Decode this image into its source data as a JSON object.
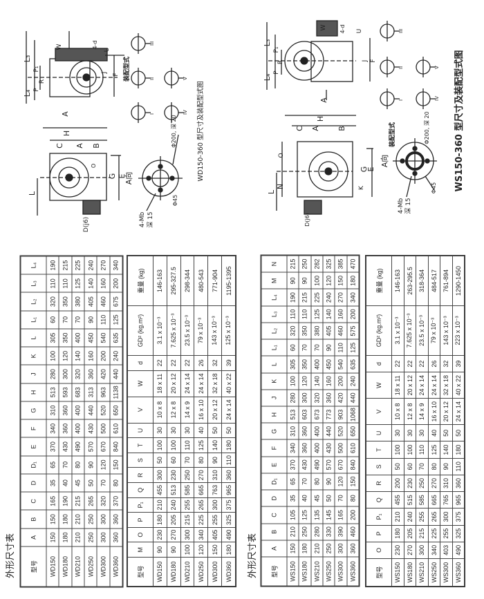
{
  "wd": {
    "caption": "WD150-360 型尺寸及装配型式图",
    "heading": "外形尺寸表",
    "labels": {
      "H": "H",
      "C": "C",
      "A": "A",
      "B": "B",
      "E": "E",
      "G": "G",
      "L": "L",
      "O": "O",
      "J": "J",
      "F": "F",
      "P": "P",
      "P1": "P₁",
      "R": "R",
      "L3": "L₃",
      "L4": "L₄",
      "W": "W",
      "U": "U",
      "d": "4-d",
      "Dj6": "D(j6)",
      "arrowA": "A",
      "viewA": "A向",
      "assembly": "装配型式",
      "bolt": "4-Mb",
      "depth15": "深 15",
      "phi200": "Φ200, 深 20",
      "phi45": "Φ45",
      "m1": "I",
      "m2": "II",
      "m3": "III",
      "m4": "IV",
      "m5": "V"
    },
    "table1": {
      "headers": [
        "型号",
        "A",
        "B",
        "C",
        "D",
        "D₁",
        "E",
        "F",
        "G",
        "H",
        "J",
        "K",
        "L",
        "L₁",
        "L₂",
        "L₃",
        "L₄"
      ],
      "rows": [
        [
          "WD150",
          "150",
          "150",
          "165",
          "35",
          "65",
          "370",
          "340",
          "310",
          "513",
          "280",
          "100",
          "305",
          "60",
          "320",
          "110",
          "190"
        ],
        [
          "WD180",
          "180",
          "180",
          "190",
          "40",
          "70",
          "430",
          "360",
          "360",
          "593",
          "300",
          "120",
          "350",
          "70",
          "350",
          "110",
          "215"
        ],
        [
          "WD210",
          "210",
          "210",
          "215",
          "45",
          "80",
          "490",
          "400",
          "400",
          "683",
          "320",
          "140",
          "400",
          "70",
          "380",
          "125",
          "225"
        ],
        [
          "WD250",
          "250",
          "250",
          "265",
          "50",
          "90",
          "570",
          "430",
          "440",
          "313",
          "360",
          "160",
          "450",
          "90",
          "405",
          "140",
          "240"
        ],
        [
          "WD300",
          "300",
          "300",
          "320",
          "70",
          "120",
          "670",
          "500",
          "520",
          "963",
          "420",
          "200",
          "540",
          "110",
          "460",
          "160",
          "270"
        ],
        [
          "WD360",
          "360",
          "360",
          "370",
          "80",
          "150",
          "840",
          "610",
          "650",
          "1138",
          "440",
          "240",
          "635",
          "125",
          "675",
          "200",
          "340"
        ]
      ]
    },
    "table2": {
      "headers": [
        "型号",
        "M",
        "O",
        "P",
        "P₁",
        "Q",
        "R",
        "S",
        "T",
        "U",
        "V",
        "W",
        "d",
        "GD² (kg.m²)",
        "重量 (kg)"
      ],
      "rows": [
        [
          "WD150",
          "90",
          "230",
          "180",
          "210",
          "455",
          "300",
          "50",
          "100",
          "30",
          "10 x 8",
          "18 x 11",
          "22",
          "3.1 x 10⁻³",
          "146-163"
        ],
        [
          "WD180",
          "90",
          "270",
          "205",
          "240",
          "513",
          "230",
          "60",
          "100",
          "30",
          "12 x 8",
          "20 x 12",
          "22",
          "7.625 x 10⁻³",
          "295-327.5"
        ],
        [
          "WD210",
          "100",
          "300",
          "215",
          "255",
          "585",
          "250",
          "70",
          "110",
          "30",
          "14 x 9",
          "24 x 14",
          "22",
          "23.5 x 10⁻³",
          "298-344"
        ],
        [
          "WD250",
          "120",
          "340",
          "225",
          "265",
          "665",
          "270",
          "80",
          "125",
          "40",
          "16 x 10",
          "24 x 14",
          "26",
          "79 x 10⁻³",
          "480-543"
        ],
        [
          "WD300",
          "150",
          "405",
          "255",
          "300",
          "763",
          "310",
          "90",
          "140",
          "50",
          "20 x 12",
          "32 x 18",
          "32",
          "143 x 10⁻³",
          "771-904"
        ],
        [
          "WD360",
          "180",
          "490",
          "325",
          "375",
          "965",
          "360",
          "110",
          "180",
          "50",
          "24 x 14",
          "40 x 22",
          "39",
          "125 x 10⁻³",
          "1195-1395"
        ]
      ]
    }
  },
  "ws": {
    "caption": "WS150-360 型尺寸及装配型式图",
    "heading": "外形尺寸表",
    "labels": {
      "H": "H",
      "C": "C",
      "A": "A",
      "B": "B",
      "E": "E",
      "G": "G",
      "L": "L",
      "N": "N",
      "O": "O",
      "J": "J",
      "F": "F",
      "K": "K",
      "P": "P",
      "P1": "P₁",
      "R": "R",
      "L3": "L₃",
      "L4": "L₄",
      "W": "W",
      "U": "U",
      "d": "4-d",
      "Dj6": "D(j6)",
      "arrowA": "A",
      "viewA": "A向",
      "assembly": "装配型式",
      "bolt": "4-Mb",
      "depth15": "深 15",
      "phi200": "Φ200, 深 20",
      "phi45": "Φ45",
      "m1": "I",
      "m2": "II",
      "m3": "III",
      "m4": "IV",
      "m5": "V"
    },
    "table1": {
      "headers": [
        "型号",
        "A",
        "B",
        "C",
        "D",
        "D₁",
        "E",
        "F",
        "G",
        "H",
        "J",
        "K",
        "L",
        "L₁",
        "L₂",
        "L₃",
        "L₄",
        "M",
        "N"
      ],
      "rows": [
        [
          "WS150",
          "150",
          "210",
          "105",
          "35",
          "65",
          "370",
          "340",
          "310",
          "513",
          "280",
          "100",
          "305",
          "60",
          "320",
          "110",
          "190",
          "90",
          "215"
        ],
        [
          "WS180",
          "180",
          "250",
          "125",
          "40",
          "70",
          "430",
          "360",
          "360",
          "603",
          "300",
          "120",
          "350",
          "70",
          "350",
          "110",
          "215",
          "90",
          "250"
        ],
        [
          "WS210",
          "210",
          "280",
          "135",
          "45",
          "80",
          "490",
          "400",
          "400",
          "673",
          "320",
          "140",
          "400",
          "70",
          "380",
          "125",
          "225",
          "100",
          "282"
        ],
        [
          "WS250",
          "250",
          "330",
          "145",
          "50",
          "90",
          "570",
          "430",
          "440",
          "773",
          "360",
          "160",
          "450",
          "90",
          "405",
          "140",
          "240",
          "120",
          "325"
        ],
        [
          "WS300",
          "300",
          "390",
          "165",
          "70",
          "120",
          "670",
          "500",
          "520",
          "903",
          "420",
          "200",
          "540",
          "110",
          "460",
          "160",
          "270",
          "150",
          "385"
        ],
        [
          "WS360",
          "360",
          "460",
          "200",
          "80",
          "150",
          "840",
          "610",
          "650",
          "1068",
          "440",
          "240",
          "635",
          "125",
          "575",
          "200",
          "340",
          "180",
          "470"
        ]
      ]
    },
    "table2": {
      "headers": [
        "型号",
        "O",
        "P",
        "P₁",
        "Q",
        "R",
        "S",
        "T",
        "U",
        "V",
        "W",
        "d",
        "GD² (kg.m²)",
        "重量 (kg)"
      ],
      "rows": [
        [
          "WS150",
          "230",
          "180",
          "210",
          "455",
          "200",
          "50",
          "100",
          "30",
          "10 x 8",
          "18 x 11",
          "22",
          "3.1 x 10⁻³",
          "146-163"
        ],
        [
          "WS180",
          "270",
          "205",
          "240",
          "515",
          "230",
          "60",
          "100",
          "30",
          "12 x 8",
          "20 x 12",
          "22",
          "7.625 x 10⁻³",
          "263-295.5"
        ],
        [
          "WS210",
          "300",
          "215",
          "255",
          "585",
          "250",
          "70",
          "110",
          "30",
          "14 x 9",
          "24 x 14",
          "22",
          "23.5 x 10⁻³",
          "318-364"
        ],
        [
          "WS250",
          "340",
          "225",
          "265",
          "665",
          "270",
          "80",
          "125",
          "40",
          "16 x 10",
          "24 x 14",
          "26",
          "79 x 10⁻³",
          "484-517"
        ],
        [
          "WS300",
          "403",
          "255",
          "300",
          "765",
          "310",
          "90",
          "140",
          "50",
          "20 x 12",
          "32 x 18",
          "32",
          "143 x 10⁻³",
          "761-894"
        ],
        [
          "WS360",
          "490",
          "325",
          "375",
          "965",
          "360",
          "110",
          "180",
          "50",
          "24 x 14",
          "40 x 22",
          "39",
          "223 x 10⁻³",
          "1290-1450"
        ]
      ]
    }
  }
}
